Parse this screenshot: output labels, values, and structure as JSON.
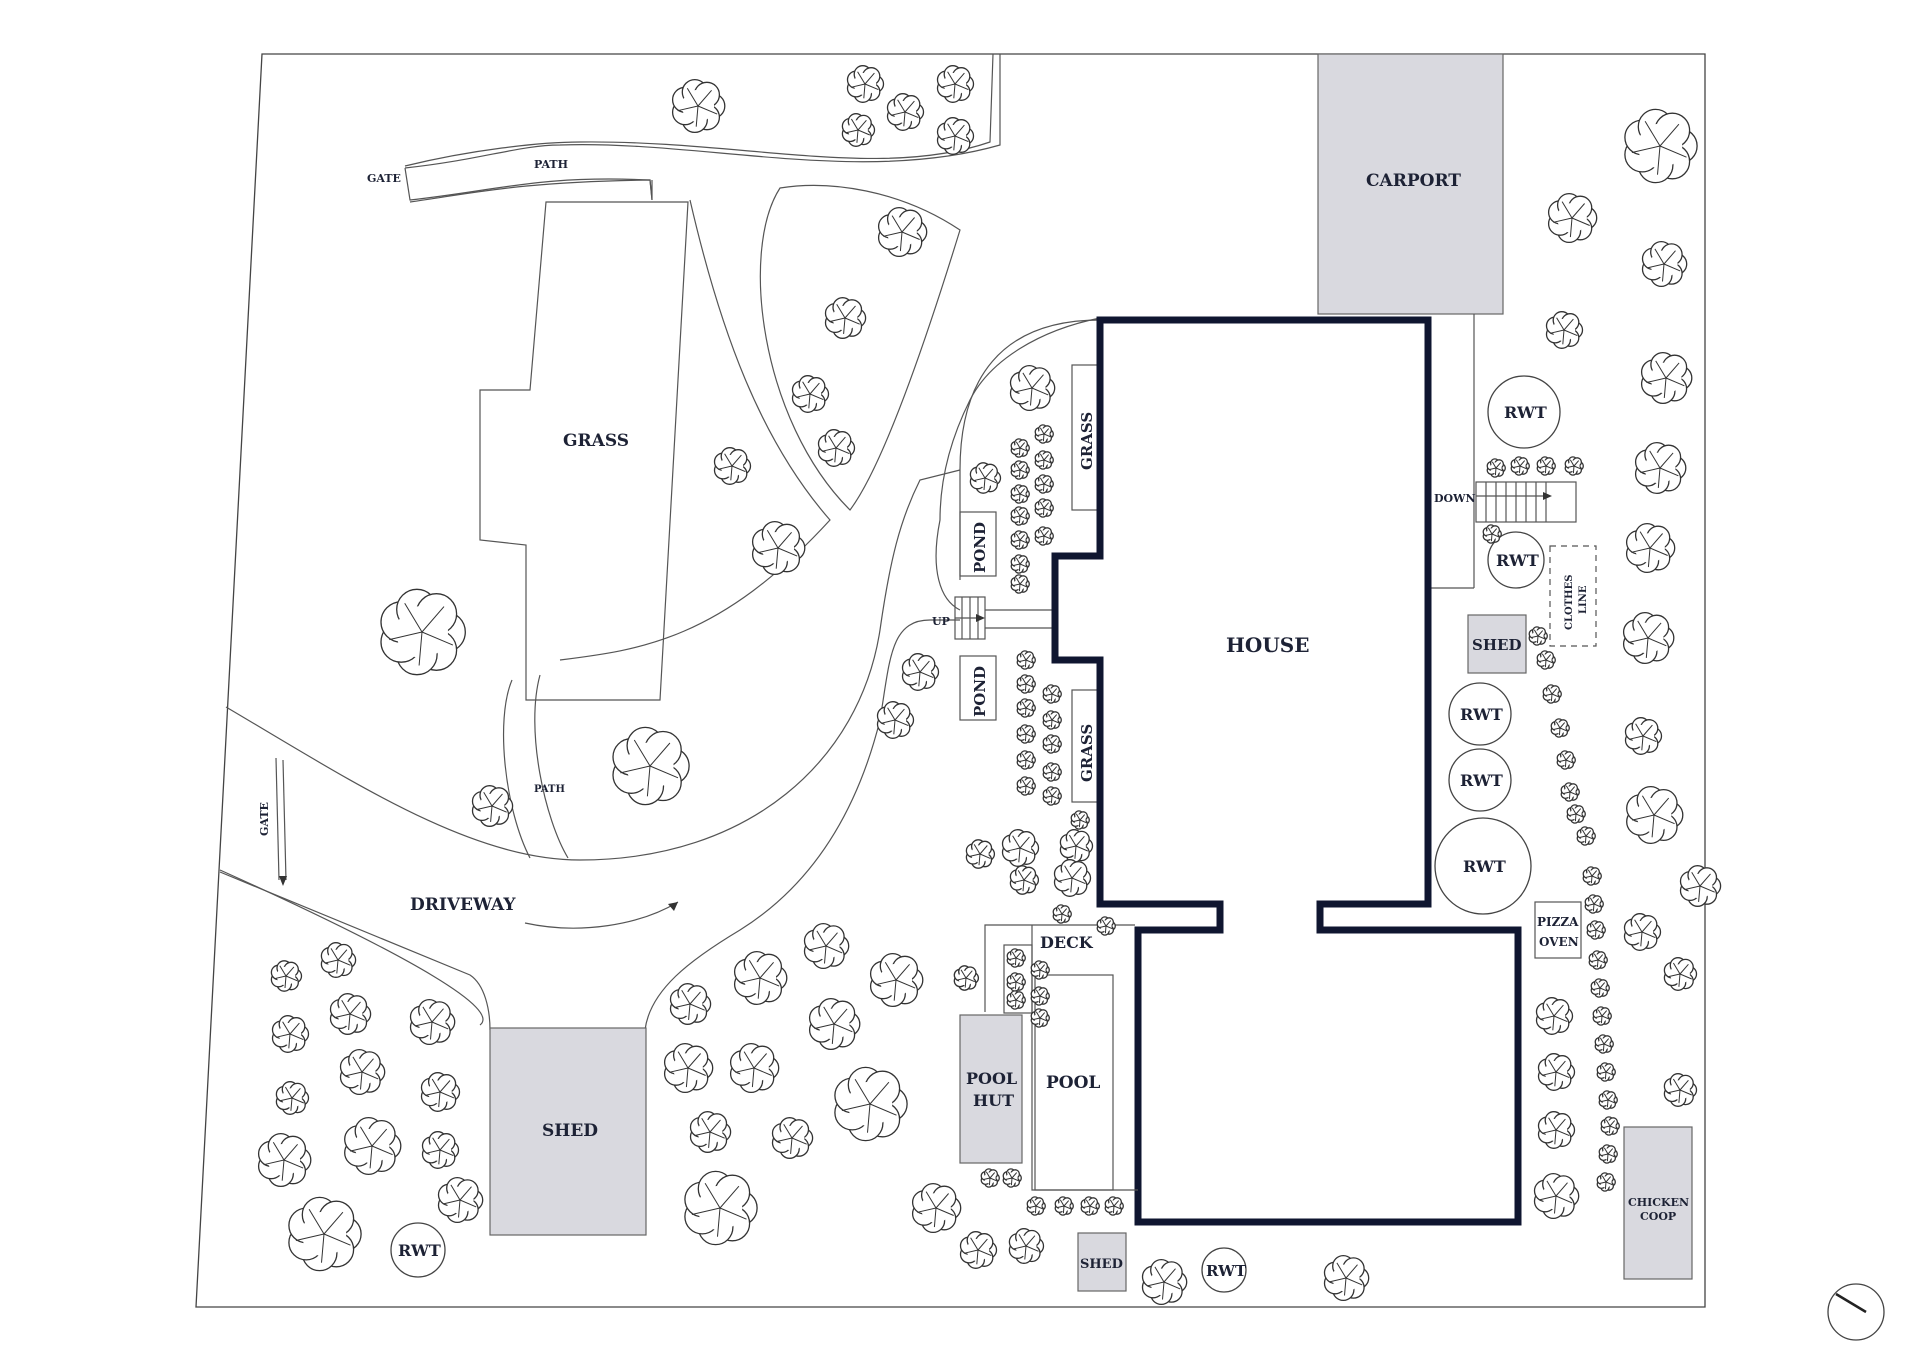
{
  "labels": {
    "gate_top": "GATE",
    "path_top": "PATH",
    "grass_main": "GRASS",
    "carport": "CARPORT",
    "house": "HOUSE",
    "grass_upper": "GRASS",
    "grass_lower": "GRASS",
    "pond_upper": "POND",
    "pond_lower": "POND",
    "up": "UP",
    "down": "DOWN",
    "rwt_1": "RWT",
    "rwt_2": "RWT",
    "clothes_line_1": "CLOTHES",
    "clothes_line_2": "LINE",
    "shed_east": "SHED",
    "rwt_3": "RWT",
    "rwt_4": "RWT",
    "rwt_5": "RWT",
    "pizza_oven_1": "PIZZA",
    "pizza_oven_2": "OVEN",
    "gate_side": "GATE",
    "path_side": "PATH",
    "driveway": "DRIVEWAY",
    "deck": "DECK",
    "pool": "POOL",
    "pool_hut_1": "POOL",
    "pool_hut_2": "HUT",
    "shed_big": "SHED",
    "rwt_6": "RWT",
    "shed_small": "SHED",
    "rwt_7": "RWT",
    "chicken_coop_1": "CHICKEN",
    "chicken_coop_2": "COOP"
  },
  "icons": {
    "tree": "tree-icon",
    "north": "north-arrow-icon"
  },
  "colors": {
    "house_outline": "#0f1630",
    "building_fill": "#d9d9df",
    "line": "#444444",
    "text": "#1d2235"
  }
}
